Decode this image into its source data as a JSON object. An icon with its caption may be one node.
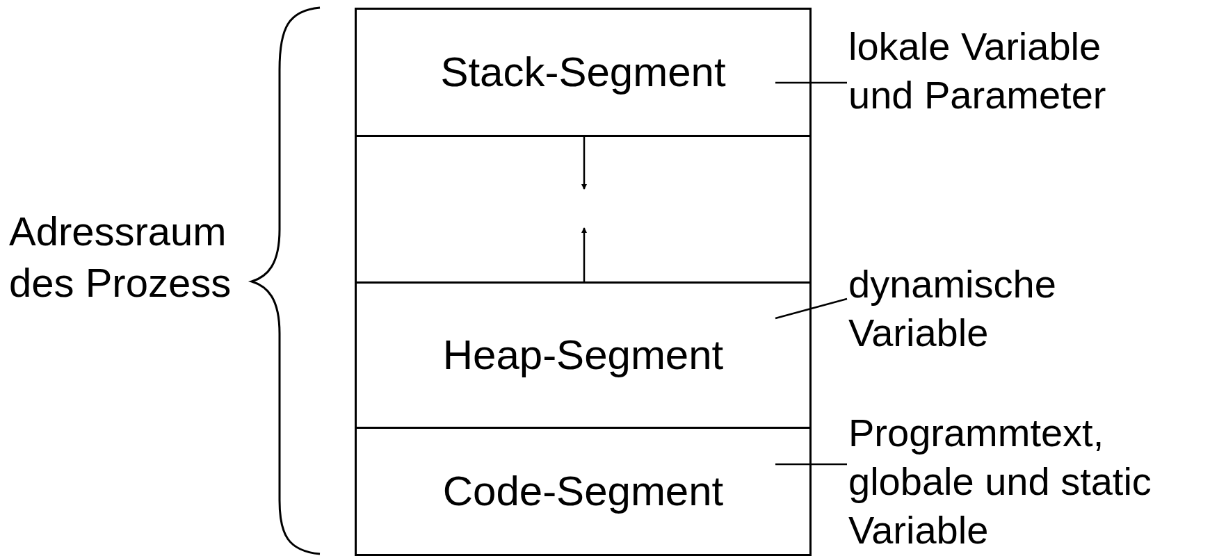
{
  "diagram": {
    "nodes": [
      {
        "text": [
          "Stack-Segment"
        ]
      },
      {
        "text": [],
        "shape": "box"
      },
      {
        "text": [
          "Heap-Segment"
        ]
      },
      {
        "text": [
          "Code-Segment"
        ]
      },
      {
        "text": [
          "lokale Variable und Parameter"
        ]
      },
      {
        "text": [
          "dynamische Variable"
        ]
      },
      {
        "text": [
          "Programmtext, globale und static Variable"
        ]
      }
    ],
    "edges": [
      {
        "from": 4,
        "to": 0,
        "arrow": "none"
      },
      {
        "from": 5,
        "to": 2,
        "arrow": "none"
      },
      {
        "from": 6,
        "to": 3,
        "arrow": "none"
      },
      {
        "from": 0,
        "to": 1,
        "arrow": "to"
      },
      {
        "from": 2,
        "to": 1,
        "arrow": "to"
      }
    ],
    "labels": [
      "Adressraum des Prozess"
    ]
  }
}
